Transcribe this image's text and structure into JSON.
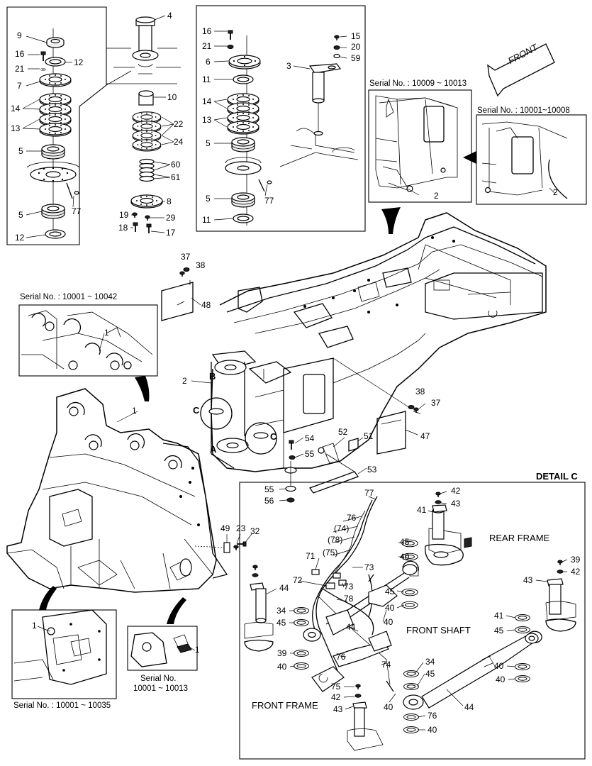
{
  "figure": {
    "front_arrow_label": "FRONT",
    "detail_title": "DETAIL C",
    "captions": {
      "serial_10009_10013": "Serial No. : 10009 ~ 10013",
      "serial_10001_10008": "Serial No. : 10001~10008",
      "serial_10001_10042": "Serial No. : 10001 ~ 10042",
      "serial_10001_10035": "Serial No. : 10001 ~ 10035",
      "serial_no": "Serial No.",
      "serial_range_10001_10013": "10001 ~ 10013",
      "rear_frame": "REAR FRAME",
      "front_shaft": "FRONT SHAFT",
      "front_frame": "FRONT FRAME"
    },
    "views": {
      "view_a": "A",
      "view_b": "B",
      "view_c": "C"
    },
    "callouts_top_left": [
      "9",
      "16",
      "21",
      "12",
      "7",
      "14",
      "13",
      "5",
      "77",
      "5",
      "12",
      "4",
      "10",
      "22",
      "24",
      "60",
      "61",
      "8",
      "19",
      "29",
      "18",
      "17"
    ],
    "callouts_top_middle": [
      "16",
      "21",
      "6",
      "11",
      "14",
      "13",
      "5",
      "5",
      "77",
      "11",
      "3",
      "15",
      "20",
      "59"
    ],
    "callouts_frames": [
      "2",
      "2",
      "1",
      "37",
      "38",
      "48",
      "2",
      "38",
      "37",
      "47",
      "52",
      "51",
      "54",
      "55",
      "53",
      "55",
      "56",
      "1",
      "49",
      "23",
      "32",
      "1",
      "1"
    ],
    "callouts_detail": [
      "77",
      "76",
      "(74)",
      "(78)",
      "(75)",
      "71",
      "73",
      "72",
      "73",
      "78",
      "45",
      "40",
      "42",
      "43",
      "41",
      "45",
      "40",
      "44",
      "34",
      "45",
      "40",
      "39",
      "40",
      "44",
      "76",
      "74",
      "75",
      "42",
      "43",
      "34",
      "45",
      "40",
      "76",
      "40",
      "44",
      "39",
      "42",
      "43",
      "41",
      "45",
      "40",
      "40",
      "44"
    ]
  }
}
